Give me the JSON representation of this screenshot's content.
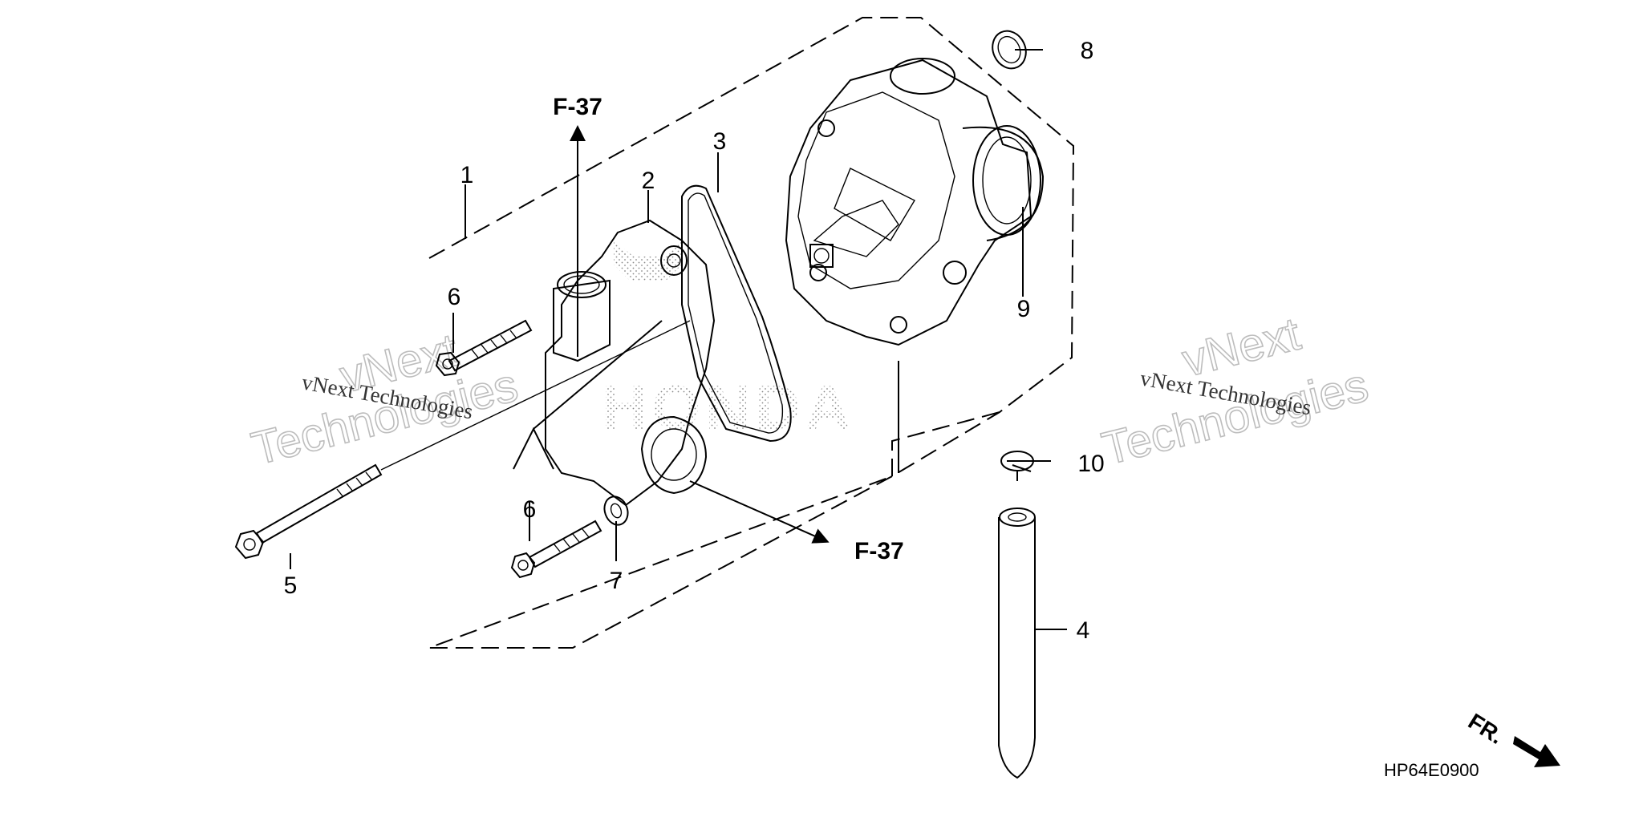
{
  "diagram": {
    "callouts": {
      "c1": "1",
      "c2": "2",
      "c3": "3",
      "c4": "4",
      "c5": "5",
      "c6a": "6",
      "c6b": "6",
      "c7": "7",
      "c8": "8",
      "c9": "9",
      "c10": "10"
    },
    "references": {
      "top": "F-37",
      "bottom": "F-37"
    },
    "front_indicator": "FR.",
    "diagram_code": "HP64E0900",
    "watermarks": {
      "left_big_1": "vNext",
      "left_big_2": "Technologies",
      "left_small": "vNext Technologies",
      "right_big_1": "vNext",
      "right_big_2": "Technologies",
      "right_small": "vNext Technologies"
    },
    "logo_text": "HONDA"
  }
}
